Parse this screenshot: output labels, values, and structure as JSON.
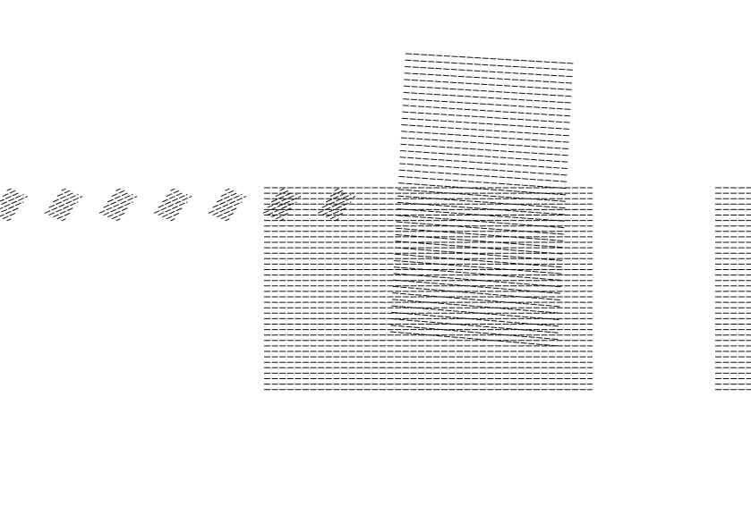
{
  "colors": {
    "background": "#ffffff",
    "ink": "#111111"
  },
  "figures": [
    {
      "kind": "hatched-diamond",
      "count": 7
    },
    {
      "kind": "hatched-rectangle"
    },
    {
      "kind": "hatched-rotated-rectangle"
    },
    {
      "kind": "hatched-rectangle"
    }
  ]
}
